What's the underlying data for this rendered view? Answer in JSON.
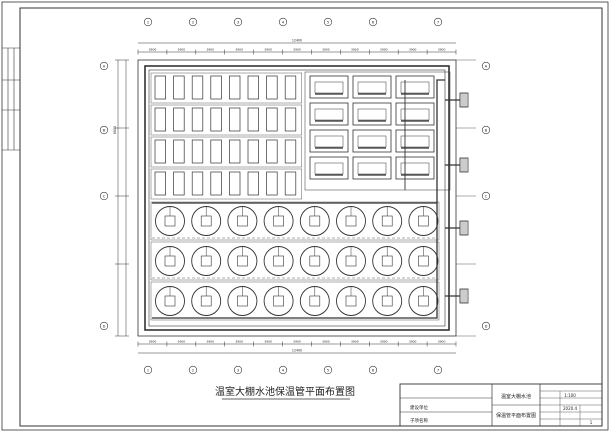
{
  "drawing": {
    "title": "温室大棚水池保温管平面布置图",
    "sheet_border": true
  },
  "title_block": {
    "project_name": "温室大棚水池",
    "drawing_name": "保温管平面布置图",
    "scale": "1:100",
    "row_labels": [
      "建设单位",
      "子项名称"
    ],
    "date": "2020.4",
    "sheet_no": "1"
  },
  "grid_bubbles": {
    "top": [
      "1",
      "2",
      "3",
      "4",
      "5",
      "6",
      "7"
    ],
    "left": [
      "A",
      "B",
      "C",
      "D"
    ]
  },
  "dimensions": {
    "top_overall": "12400",
    "bottom_overall": "12400",
    "left_overall": "8800",
    "top_segments": [
      "3900",
      "3900",
      "3900",
      "3900",
      "3900",
      "3900",
      "3900",
      "3900",
      "3900",
      "3900",
      "3900"
    ],
    "bottom_segments": [
      "3900",
      "3900",
      "3900",
      "3900",
      "3900",
      "3900",
      "3900",
      "3900",
      "3900",
      "3900",
      "3900"
    ]
  },
  "plan": {
    "greenhouse_rows": 4,
    "greenhouse_cols": 8,
    "tank_rows": 3,
    "tank_cols": 8,
    "equipment_rows": 4,
    "equipment_cols": 3,
    "pump_units": 4
  },
  "colors": {
    "line": "#333333",
    "paper": "#ffffff"
  }
}
